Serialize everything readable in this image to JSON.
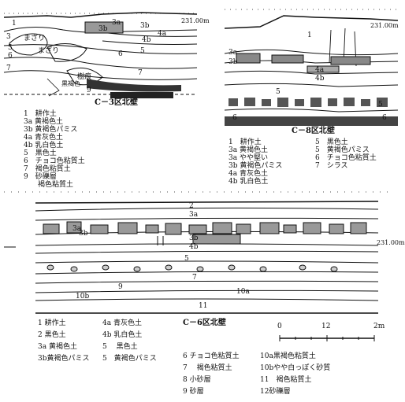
{
  "p3": {
    "title": "C－3区北壁",
    "elev": "231.00m",
    "layers": [
      "1",
      "3",
      "3a",
      "3b",
      "3b",
      "4a",
      "4b",
      "5",
      "6",
      "5",
      "6",
      "7",
      "9",
      "7"
    ],
    "notes": [
      "まざり",
      "まざり",
      "樹痕",
      "黒褐色"
    ],
    "legend": [
      "1　耕作土",
      "3a 黄褐色土",
      "3b 黄褐色パミス",
      "4a 青灰色土",
      "4b 乳白色土",
      "5　黒色土",
      "6　チョコ色粘質土",
      "7　褐色粘質土",
      "9　砂礫層",
      "　　褐色粘質土"
    ]
  },
  "p8": {
    "title": "C－8区北壁",
    "elev": "231.00m",
    "layers": [
      "1",
      "3a",
      "3b",
      "4a",
      "4b",
      "5",
      "6",
      "5",
      "6"
    ],
    "legend_left": [
      "1　耕作土",
      "3a 黄褐色土",
      "3a やや堅い",
      "3b 黄褐色パミス",
      "4a 青灰色土",
      "4b 乳白色土"
    ],
    "legend_right": [
      "5　黒色土",
      "5　黄褐色パミス",
      "6　チョコ色粘質土",
      "7　シラス"
    ]
  },
  "p6": {
    "title": "C－6区北壁",
    "elev": "231.00m",
    "layers": [
      "2",
      "3a",
      "3a",
      "3b",
      "3b",
      "4b",
      "5",
      "7",
      "9",
      "10b",
      "10a",
      "11"
    ],
    "legend_col1": [
      "1 耕作土",
      "2 黒色土",
      "3a 黄褐色土",
      "3b黄褐色パミス"
    ],
    "legend_col2": [
      "4a 青灰色土",
      "4b 乳白色土",
      "5　 黒色土",
      "5　黄褐色パミス"
    ],
    "legend_col3": [
      "6 チョコ色粘質土",
      "7　 褐色粘質土",
      "8 小砂層",
      "9 砂層"
    ],
    "legend_col4": [
      "10a黒褐色粘質土",
      "10bやや白っぽく砂質",
      "11　褐色粘質土",
      "12砂礫層"
    ],
    "scale": {
      "start": "0",
      "mid": "12",
      "end": "2m"
    }
  }
}
